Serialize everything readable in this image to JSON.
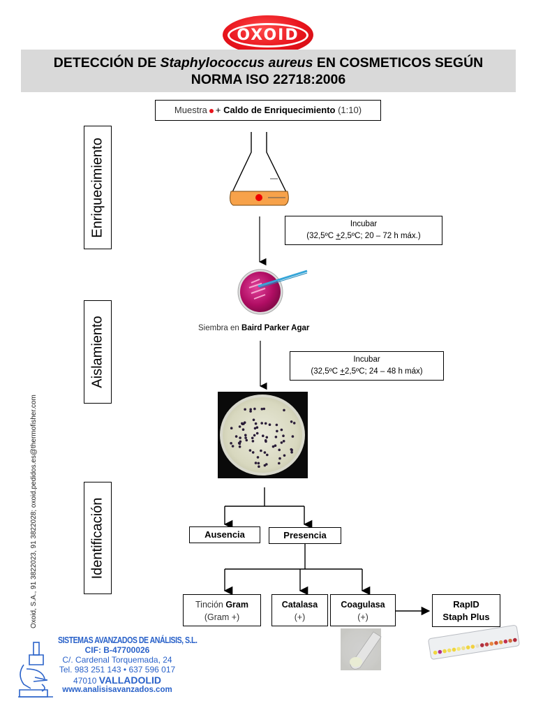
{
  "logo": {
    "text": "OXOID",
    "color": "#e8141c"
  },
  "title": {
    "line1_prefix": "DETECCIÓN DE ",
    "line1_italic": "Staphylococcus aureus",
    "line1_suffix": " EN COSMETICOS SEGÚN",
    "line2": "NORMA ISO 22718:2006"
  },
  "stages": [
    {
      "label": "Enriquecimiento"
    },
    {
      "label": "Aislamiento"
    },
    {
      "label": "Identificación"
    }
  ],
  "start_box": {
    "muestra": "Muestra",
    "plus": "+",
    "caldo": "Caldo de Enriquecimiento",
    "ratio": "(1:10)"
  },
  "incubar1": {
    "title": "Incubar",
    "detail_a": "(32,5ºC ",
    "pm": "+",
    "detail_b": "2,5ºC; 20 – 72 h máx.)"
  },
  "siembra": {
    "prefix": "Siembra en ",
    "medium": "Baird Parker Agar"
  },
  "incubar2": {
    "title": "Incubar",
    "detail_a": "(32,5ºC ",
    "pm": "+",
    "detail_b": "2,5ºC; 24 – 48 h máx)"
  },
  "results": {
    "ausencia": "Ausencia",
    "presencia": "Presencia"
  },
  "tests": [
    {
      "name_prefix": "Tinción ",
      "name_bold": "Gram",
      "result": "(Gram +)"
    },
    {
      "name_prefix": "",
      "name_bold": "Catalasa",
      "result": "(+)"
    },
    {
      "name_prefix": "",
      "name_bold": "Coagulasa",
      "result": "(+)"
    }
  ],
  "rapid": {
    "line1": "RapID",
    "line2": "Staph Plus"
  },
  "side_contact": "Oxoid, S.A., 91 3822023, 91 3822028; oxoid.pedidos.es@thermofisher.com",
  "footer": {
    "company": "SISTEMAS AVANZADOS DE ANÁLISIS, S.L.",
    "cif": "CIF: B-47700026",
    "address": "C/. Cardenal Torquemada, 24",
    "phone": "Tel. 983 251 143 • 637 596 017",
    "postal": "47010",
    "city": "VALLADOLID",
    "web": "www.analisisavanzados.com",
    "color": "#2a62c9"
  }
}
